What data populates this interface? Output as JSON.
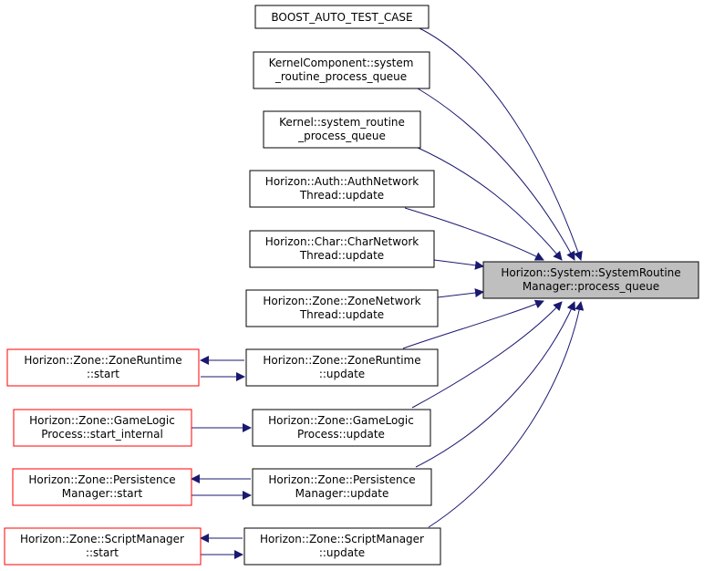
{
  "graph": {
    "focus_node": {
      "line1": "Horizon::System::SystemRoutine",
      "line2": "Manager::process_queue"
    },
    "caller_nodes": [
      {
        "id": "boost",
        "line1": "BOOST_AUTO_TEST_CASE",
        "line2": ""
      },
      {
        "id": "kernelcomp",
        "line1": "KernelComponent::system",
        "line2": "_routine_process_queue"
      },
      {
        "id": "kernel",
        "line1": "Kernel::system_routine",
        "line2": "_process_queue"
      },
      {
        "id": "auth",
        "line1": "Horizon::Auth::AuthNetwork",
        "line2": "Thread::update"
      },
      {
        "id": "char",
        "line1": "Horizon::Char::CharNetwork",
        "line2": "Thread::update"
      },
      {
        "id": "zonenet",
        "line1": "Horizon::Zone::ZoneNetwork",
        "line2": "Thread::update"
      },
      {
        "id": "zrt_update",
        "line1": "Horizon::Zone::ZoneRuntime",
        "line2": "::update"
      },
      {
        "id": "gl_update",
        "line1": "Horizon::Zone::GameLogic",
        "line2": "Process::update"
      },
      {
        "id": "pm_update",
        "line1": "Horizon::Zone::Persistence",
        "line2": "Manager::update"
      },
      {
        "id": "sm_update",
        "line1": "Horizon::Zone::ScriptManager",
        "line2": "::update"
      }
    ],
    "outer_nodes": [
      {
        "id": "zrt_start",
        "line1": "Horizon::Zone::ZoneRuntime",
        "line2": "::start",
        "truncated": true
      },
      {
        "id": "gl_start",
        "line1": "Horizon::Zone::GameLogic",
        "line2": "Process::start_internal",
        "truncated": true
      },
      {
        "id": "pm_start",
        "line1": "Horizon::Zone::Persistence",
        "line2": "Manager::start",
        "truncated": true
      },
      {
        "id": "sm_start",
        "line1": "Horizon::Zone::ScriptManager",
        "line2": "::start",
        "truncated": true
      }
    ],
    "edges": [
      {
        "from": "boost",
        "to": "focus"
      },
      {
        "from": "kernelcomp",
        "to": "focus"
      },
      {
        "from": "kernel",
        "to": "focus"
      },
      {
        "from": "auth",
        "to": "focus"
      },
      {
        "from": "char",
        "to": "focus"
      },
      {
        "from": "zonenet",
        "to": "focus"
      },
      {
        "from": "zrt_update",
        "to": "focus"
      },
      {
        "from": "gl_update",
        "to": "focus"
      },
      {
        "from": "pm_update",
        "to": "focus"
      },
      {
        "from": "sm_update",
        "to": "focus"
      },
      {
        "from": "zrt_start",
        "to": "zrt_update"
      },
      {
        "from": "zrt_update",
        "to": "zrt_start"
      },
      {
        "from": "gl_start",
        "to": "gl_update"
      },
      {
        "from": "pm_start",
        "to": "pm_update"
      },
      {
        "from": "pm_update",
        "to": "pm_start"
      },
      {
        "from": "sm_start",
        "to": "sm_update"
      },
      {
        "from": "sm_update",
        "to": "sm_start"
      }
    ],
    "colors": {
      "edge": "#191970",
      "focus_fill": "#bfbfbf",
      "truncated_border": "#ff0000",
      "border": "#000000"
    }
  }
}
